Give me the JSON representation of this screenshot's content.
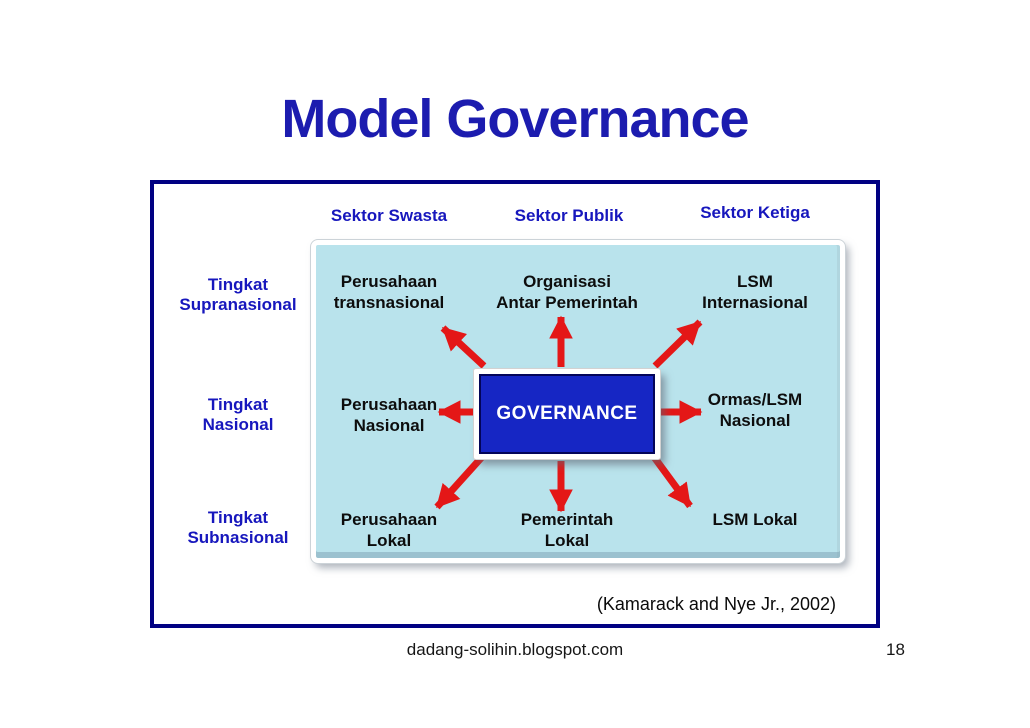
{
  "slide": {
    "title": "Model Governance",
    "citation": "(Kamarack and Nye Jr., 2002)"
  },
  "columns": [
    {
      "label": "Sektor Swasta"
    },
    {
      "label": "Sektor Publik"
    },
    {
      "label": "Sektor Ketiga"
    }
  ],
  "row_labels": [
    {
      "label": "Tingkat\nSupranasional"
    },
    {
      "label": "Tingkat\nNasional"
    },
    {
      "label": "Tingkat\nSubnasional"
    }
  ],
  "cells": {
    "supranasional": {
      "swasta": "Perusahaan\ntransnasional",
      "publik": "Organisasi\nAntar Pemerintah",
      "ketiga": "LSM\nInternasional"
    },
    "nasional": {
      "swasta": "Perusahaan\nNasional",
      "center": "GOVERNANCE",
      "ketiga": "Ormas/LSM\nNasional"
    },
    "subnasional": {
      "swasta": "Perusahaan\nLokal",
      "publik": "Pemerintah\nLokal",
      "ketiga": "LSM Lokal"
    }
  },
  "arrows": {
    "description": "eight red arrows radiating from governance box",
    "directions": [
      "up-left",
      "up",
      "up-right",
      "left",
      "right",
      "down-left",
      "down",
      "down-right"
    ],
    "color": "#e41717"
  },
  "footer": {
    "site": "dadang-solihin.blogspot.com",
    "page_number": "18"
  },
  "colors": {
    "title_blue": "#1c1caf",
    "label_blue": "#1717bd",
    "frame_navy": "#000082",
    "panel_cyan": "#b9e3ec",
    "governance_blue": "#1626c4",
    "arrow_red": "#e41717"
  }
}
